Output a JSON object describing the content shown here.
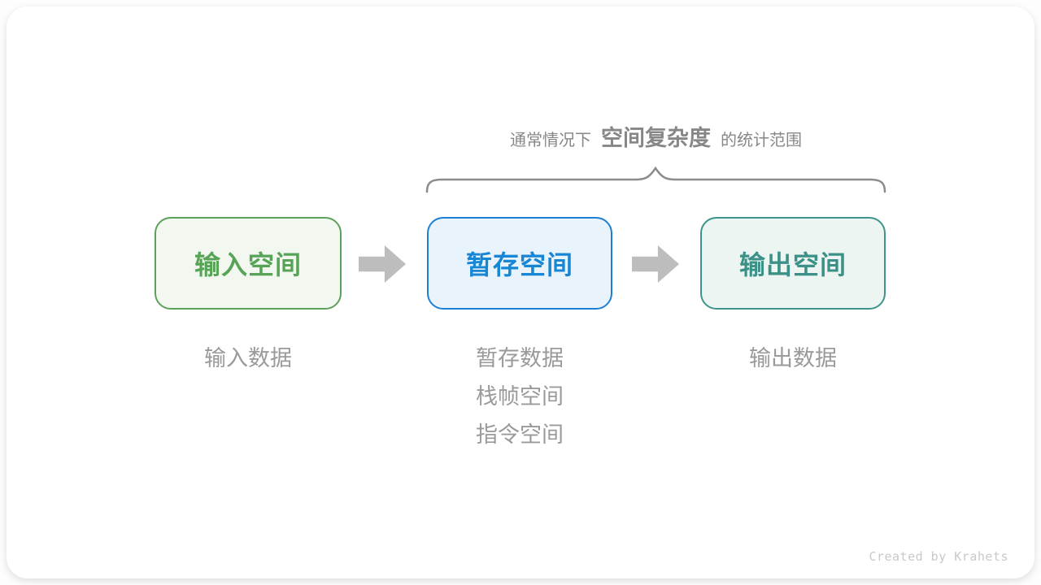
{
  "annotation": {
    "prefix": "通常情况下",
    "highlight": "空间复杂度",
    "suffix": "的统计范围"
  },
  "nodes": [
    {
      "label": "输入空间",
      "sub_labels": [
        "输入数据"
      ]
    },
    {
      "label": "暂存空间",
      "sub_labels": [
        "暂存数据",
        "栈帧空间",
        "指令空间"
      ]
    },
    {
      "label": "输出空间",
      "sub_labels": [
        "输出数据"
      ]
    }
  ],
  "footer": {
    "credit": "Created by Krahets"
  },
  "colors": {
    "input_border": "#5CA05C",
    "input_bg": "#F2F8F0",
    "input_text": "#57A457",
    "temp_border": "#1B7FD2",
    "temp_bg": "#E9F3FB",
    "temp_text": "#1787D5",
    "output_border": "#3E948A",
    "output_bg": "#EDF5F2",
    "output_text": "#3B9187",
    "arrow": "#BDBDBD",
    "brace": "#8C8C8C",
    "annotation_text": "#878787",
    "sub_label_text": "#9A9A9A",
    "footer_text": "#C9C9C9"
  },
  "styles": {
    "node0": "background:#F2F8F0;border-color:#5CA05C;color:#57A457",
    "node1": "background:#E9F3FB;border-color:#1B7FD2;color:#1787D5",
    "node2": "background:#EDF5F2;border-color:#3E948A;color:#3B9187",
    "arrow": "background:#BDBDBD",
    "title": "color:#878787",
    "sub": "color:#9A9A9A",
    "footer": "color:#C9C9C9"
  }
}
